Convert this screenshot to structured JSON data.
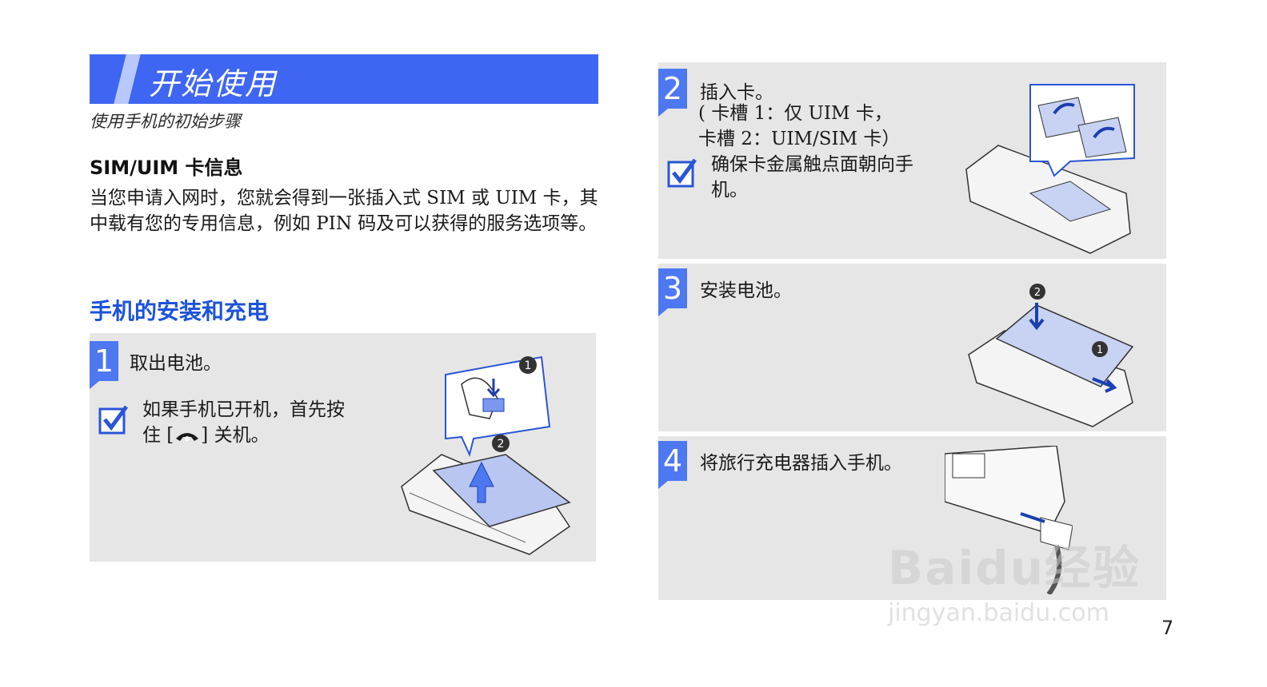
{
  "header": {
    "title": "开始使用",
    "subtitle": "使用手机的初始步骤"
  },
  "sim_section": {
    "heading": "SIM/UIM 卡信息",
    "body": "当您申请入网时，您就会得到一张插入式 SIM 或 UIM 卡，其中载有您的专用信息，例如 PIN 码及可以获得的服务选项等。"
  },
  "install_section": {
    "heading": "手机的安装和充电"
  },
  "steps": [
    {
      "number": "1",
      "title": "取出电池。",
      "note_before": "如果手机已开机，首先按住 [",
      "note_after": "] 关机。",
      "callouts": [
        "1",
        "2"
      ]
    },
    {
      "number": "2",
      "title": "插入卡。",
      "detail_line1": "( 卡槽 1：仅 UIM 卡，",
      "detail_line2": "卡槽 2：UIM/SIM 卡）",
      "note": "确保卡金属触点面朝向手机。"
    },
    {
      "number": "3",
      "title": "安装电池。",
      "callouts": [
        "2",
        "1"
      ]
    },
    {
      "number": "4",
      "title": "将旅行充电器插入手机。"
    }
  ],
  "page_number": "7",
  "watermark": {
    "brand": "Baidu经验",
    "url": "jingyan.baidu.com"
  },
  "icons": {
    "check": "check-box-icon",
    "end_key": "end-call-key-icon"
  },
  "colors": {
    "banner": "#3e66f2",
    "step_badge": "#4d78f2",
    "heading_blue": "#1c53d9",
    "panel_bg": "#e6e6e6"
  }
}
